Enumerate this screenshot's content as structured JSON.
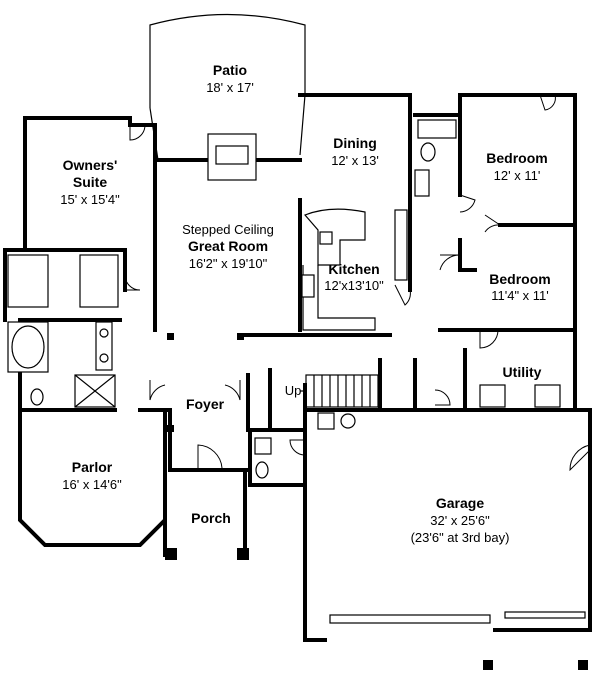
{
  "rooms": {
    "patio": {
      "name": "Patio",
      "dim": "18' x 17'"
    },
    "dining": {
      "name": "Dining",
      "dim": "12' x 13'"
    },
    "owners_suite": {
      "name_line1": "Owners'",
      "name_line2": "Suite",
      "dim": "15' x 15'4\""
    },
    "great_room": {
      "note": "Stepped Ceiling",
      "name": "Great Room",
      "dim": "16'2\" x 19'10\""
    },
    "kitchen": {
      "name": "Kitchen",
      "dim": "12'x13'10\""
    },
    "bedroom_1": {
      "name": "Bedroom",
      "dim": "12' x 11'"
    },
    "bedroom_2": {
      "name": "Bedroom",
      "dim": "11'4\" x 11'"
    },
    "utility": {
      "name": "Utility"
    },
    "foyer": {
      "name": "Foyer"
    },
    "parlor": {
      "name": "Parlor",
      "dim": "16' x 14'6\""
    },
    "porch": {
      "name": "Porch"
    },
    "garage": {
      "name": "Garage",
      "dim": "32' x 25'6\"",
      "note": "(23'6\" at 3rd bay)"
    }
  },
  "labels": {
    "stairs_up": "Up"
  }
}
